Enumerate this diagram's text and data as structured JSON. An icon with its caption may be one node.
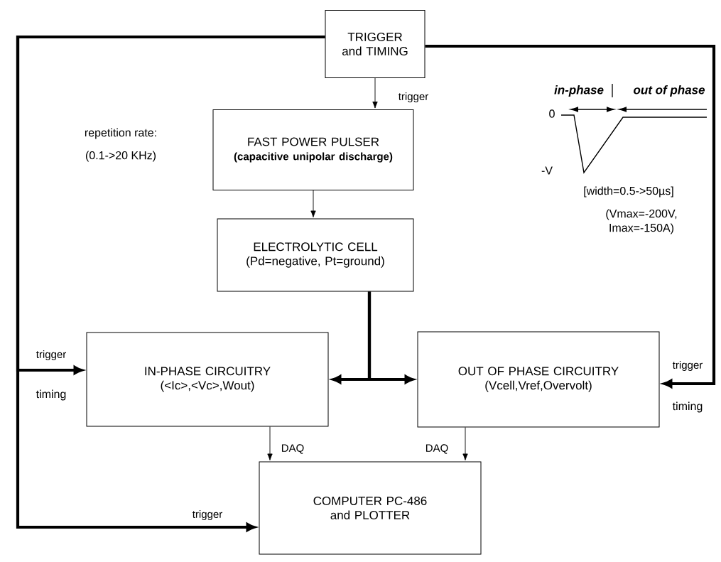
{
  "diagram": {
    "nodes": [
      {
        "text": [
          "TRIGGER and TIMING"
        ]
      },
      {
        "text": [
          "FAST POWER PULSER",
          "(capacitive unipolar discharge)"
        ]
      },
      {
        "text": [
          "ELECTROLYTIC CELL",
          "(Pd=negative, Pt=ground)"
        ]
      },
      {
        "text": [
          "IN-PHASE CIRCUITRY",
          "(<Ic>,<Vc>,Wout)"
        ]
      },
      {
        "text": [
          "OUT OF PHASE CIRCUITRY",
          "(Vcell,Vref,Overvolt)"
        ]
      },
      {
        "text": [
          "COMPUTER PC-486 and PLOTTER"
        ]
      }
    ],
    "edges": [
      {
        "from": 0,
        "to": 1,
        "arrow": "to",
        "label": "trigger"
      },
      {
        "from": 1,
        "to": 2,
        "arrow": "to"
      },
      {
        "from": 2,
        "to": 3,
        "arrow": "to"
      },
      {
        "from": 2,
        "to": 4,
        "arrow": "to"
      },
      {
        "from": 0,
        "to": 3,
        "arrow": "to",
        "label": "trigger"
      },
      {
        "from": 0,
        "to": 4,
        "arrow": "to",
        "label": "trigger"
      },
      {
        "from": 0,
        "to": 5,
        "arrow": "to",
        "label": "trigger"
      },
      {
        "from": 3,
        "to": 5,
        "arrow": "to",
        "label": "DAQ"
      },
      {
        "from": 4,
        "to": 5,
        "arrow": "to",
        "label": "DAQ"
      }
    ],
    "labels": [
      "repetition rate:",
      "(0.1->20 KHz)",
      "timing",
      "timing",
      "in-phase",
      "out of phase",
      "0",
      "-V",
      "[width=0.5->50µs]",
      "(Vmax=-200V, Imax=-150A)"
    ]
  }
}
